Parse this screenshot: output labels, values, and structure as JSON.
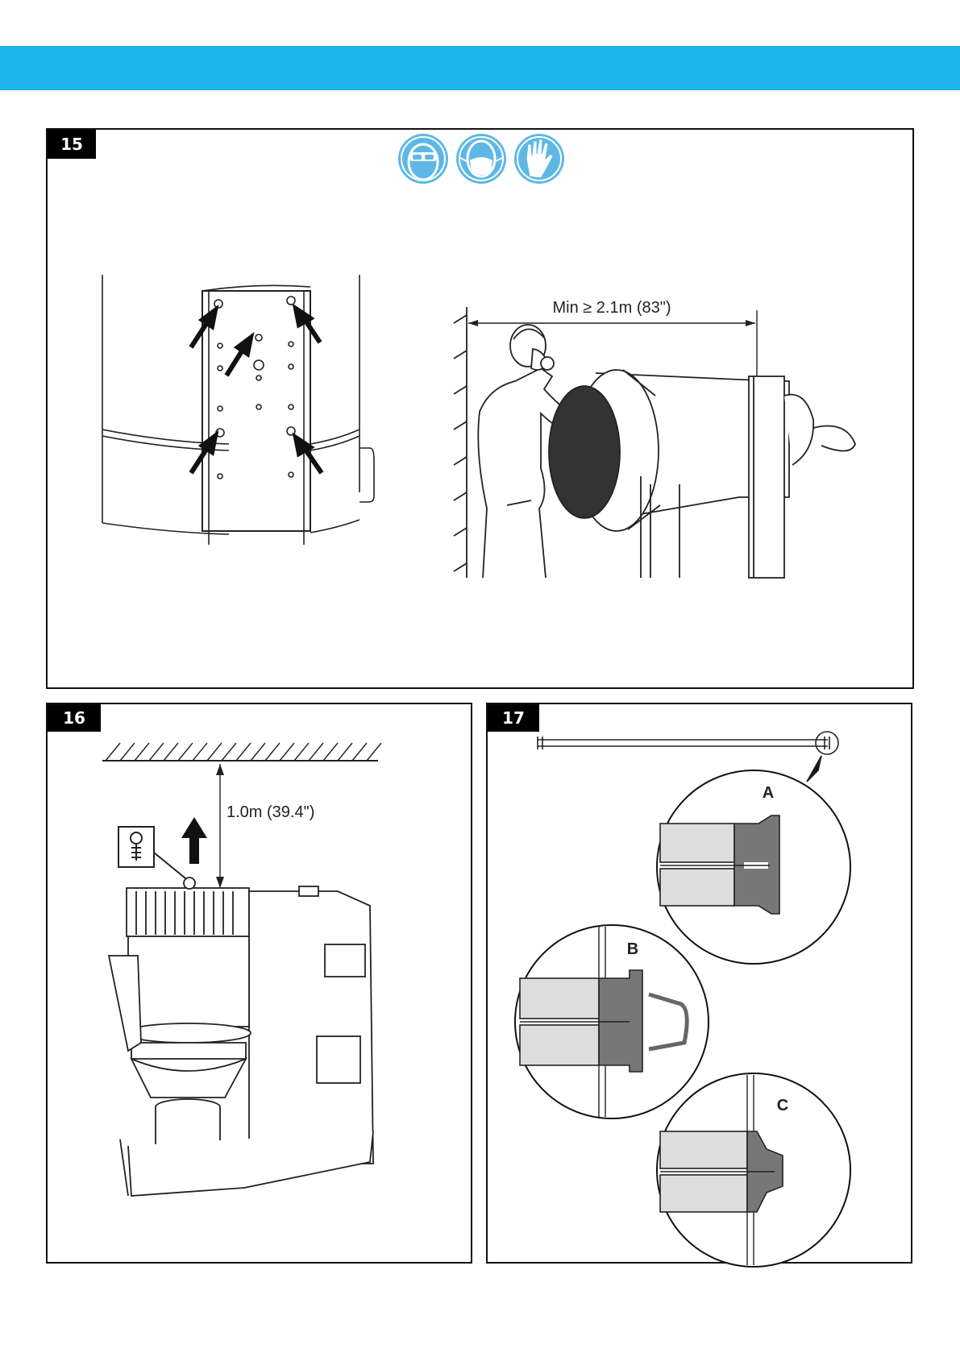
{
  "header": {
    "color": "#1db4ee"
  },
  "steps": [
    {
      "number": "15",
      "ppe_icons": [
        "safety-goggles-icon",
        "dust-mask-icon",
        "protective-gloves-icon"
      ],
      "clearance_label": "Min ≥ 2.1m (83\")"
    },
    {
      "number": "16",
      "clearance_label": "1.0m (39.4\")",
      "hardware_icon": "eye-bolt-icon"
    },
    {
      "number": "17",
      "details": [
        "A",
        "B",
        "C"
      ]
    }
  ]
}
